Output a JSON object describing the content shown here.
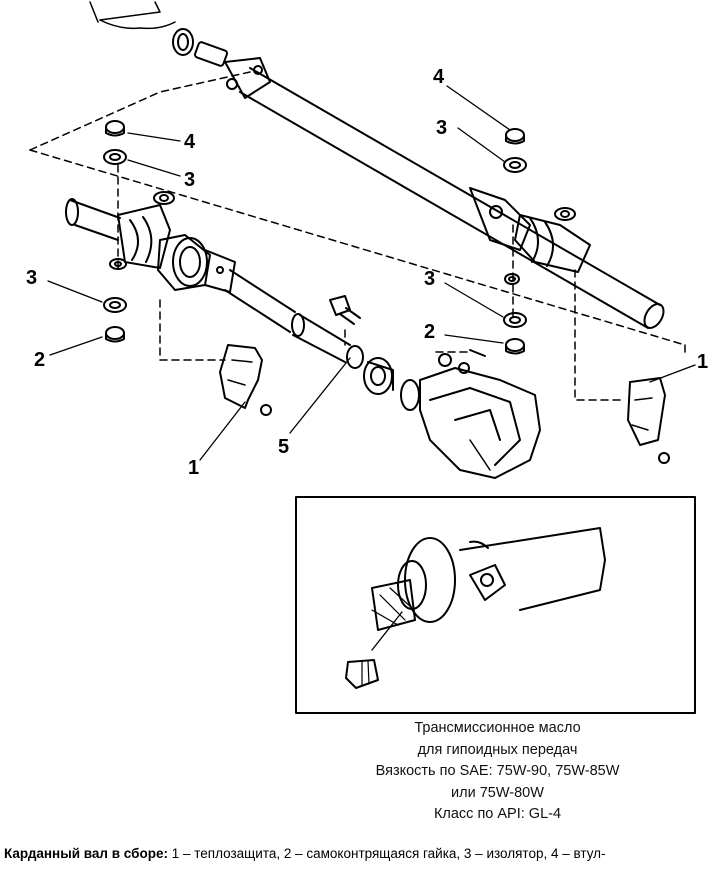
{
  "callouts": {
    "heat_shield": "1",
    "self_locking_nut": "2",
    "insulator": "3",
    "bushing": "4",
    "label_5": "5"
  },
  "oil_note": {
    "line1": "Трансмиссионное масло",
    "line2": "для гипоидных передач",
    "line3": "Вязкость по SAE: 75W-90, 75W-85W",
    "line4": "или 75W-80W",
    "line5": "Класс по API: GL-4"
  },
  "caption": {
    "title": "Карданный вал в сборе:",
    "text": " 1 – теплозащита, 2 – самоконтрящаяся гайка, 3 – изолятор, 4 – втул-"
  }
}
